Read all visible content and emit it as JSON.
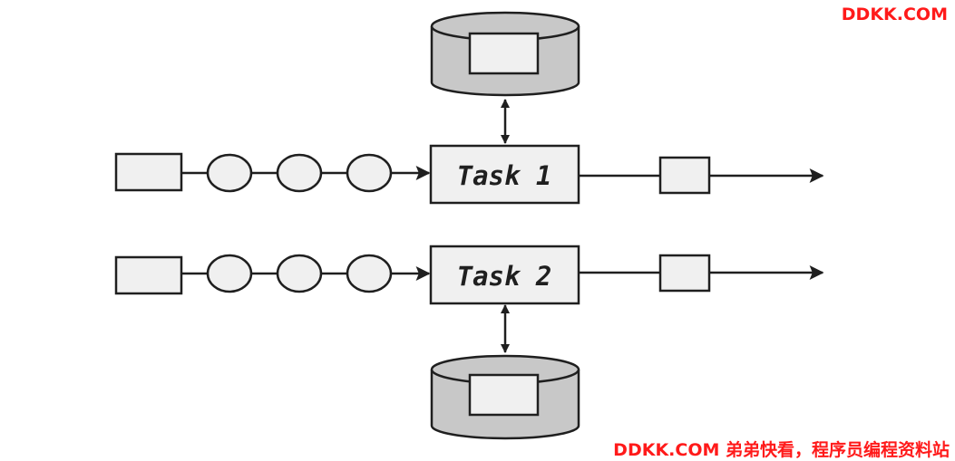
{
  "tasks": [
    {
      "label": "Task 1"
    },
    {
      "label": "Task 2"
    }
  ],
  "watermarks": {
    "top": "DDKK.COM",
    "bottom": "DDKK.COM 弟弟快看，程序员编程资料站"
  },
  "colors": {
    "stroke": "#1f1f1f",
    "box_fill": "#f0f0f0",
    "store_fill": "#c8c8c8",
    "watermark": "#ff1a1a"
  }
}
